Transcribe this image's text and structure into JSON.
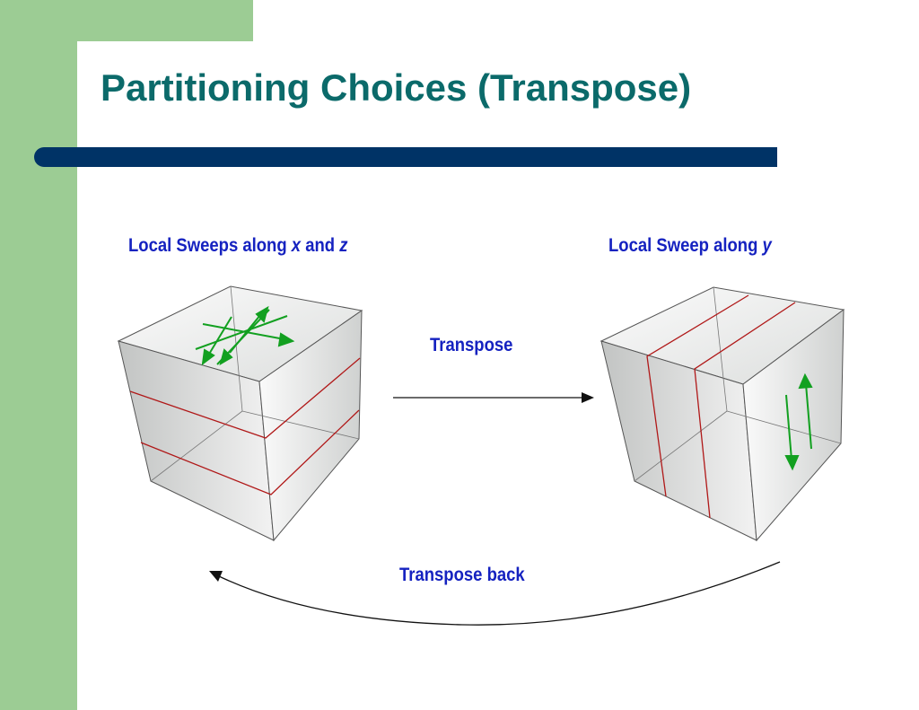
{
  "slide": {
    "title": "Partitioning Choices (Transpose)",
    "colors": {
      "accent_green": "#9ccc94",
      "title_teal": "#0b6a6a",
      "bar_navy": "#003366",
      "label_blue": "#1522c0"
    }
  },
  "diagram": {
    "left_cube": {
      "label_prefix": "Local Sweeps along ",
      "label_var1": "x",
      "label_mid": " and ",
      "label_var2": "z",
      "partition_lines": "horizontal (red)",
      "sweep_arrows": "crossing diagonal arrows on top face (green)"
    },
    "right_cube": {
      "label_prefix": "Local Sweep along ",
      "label_var1": "y",
      "partition_lines": "vertical (red)",
      "sweep_arrows": "vertical arrows on side face (green)"
    },
    "forward_arrow": {
      "label": "Transpose"
    },
    "back_arrow": {
      "label": "Transpose back"
    }
  }
}
